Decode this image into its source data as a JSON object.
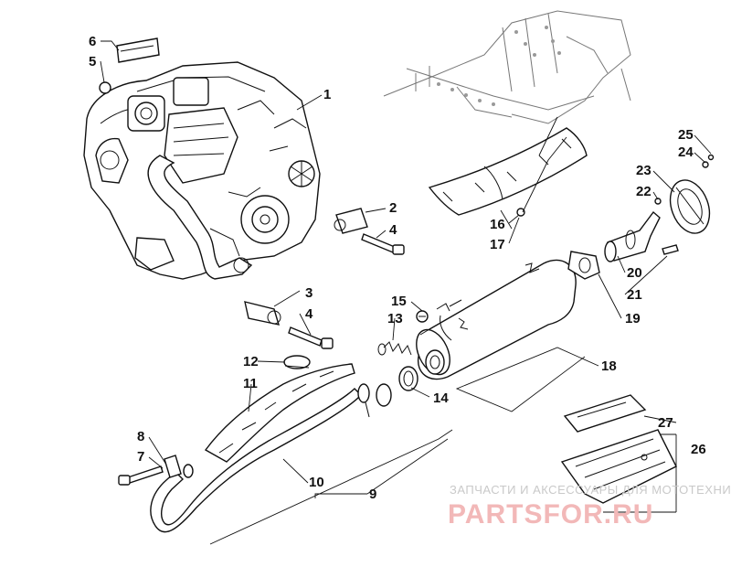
{
  "diagram": {
    "callouts": [
      "1",
      "2",
      "3",
      "4",
      "4",
      "5",
      "6",
      "7",
      "8",
      "9",
      "10",
      "11",
      "12",
      "13",
      "14",
      "15",
      "16",
      "17",
      "18",
      "19",
      "20",
      "21",
      "22",
      "23",
      "24",
      "25",
      "26",
      "27"
    ]
  },
  "watermark": {
    "line1": "ЗАПЧАСТИ И АКСЕССУАРЫ ДЛЯ МОТОТЕХНИКИ",
    "line2": "PARTSFOR.RU"
  }
}
